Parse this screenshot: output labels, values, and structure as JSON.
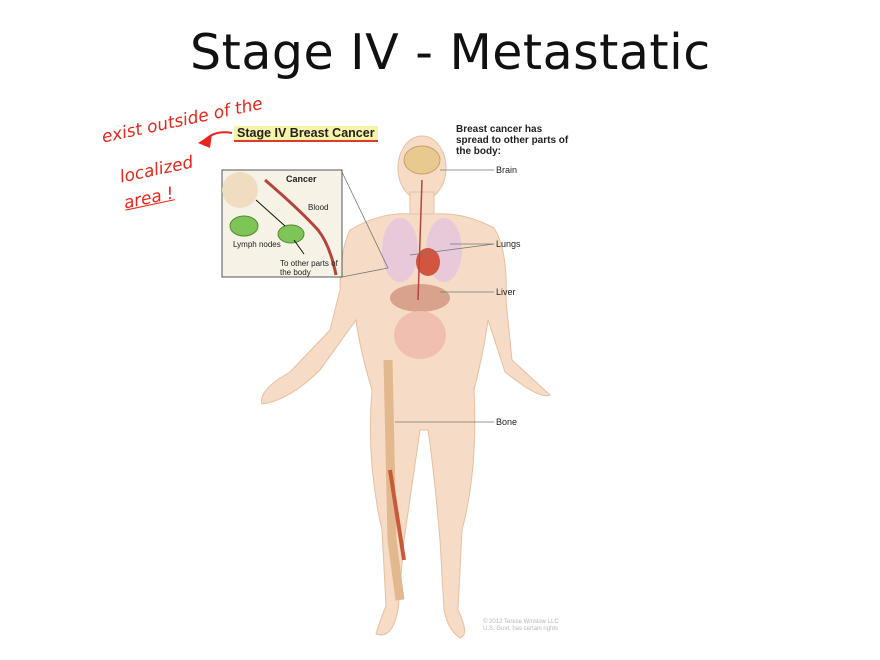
{
  "slide": {
    "title": "Stage IV - Metastatic"
  },
  "figure": {
    "title": "Stage IV Breast Cancer",
    "description_heading": "Breast cancer has spread to other parts of the body:",
    "labels": {
      "brain": "Brain",
      "lungs": "Lungs",
      "liver": "Liver",
      "bone": "Bone"
    },
    "inset": {
      "cancer": "Cancer",
      "blood": "Blood",
      "lymph_nodes": "Lymph nodes",
      "other_parts": "To other parts of the body"
    },
    "copyright": {
      "line1": "© 2012 Terese Winslow LLC",
      "line2": "U.S. Govt. has certain rights"
    }
  },
  "annotation": {
    "line1": "exist outside of the",
    "line2": "localized",
    "line3": "area !",
    "color": "#e8261b"
  }
}
